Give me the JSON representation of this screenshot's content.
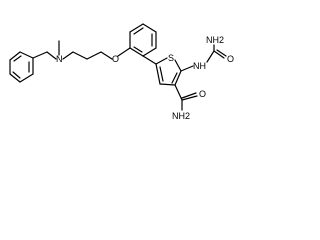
{
  "molecule": {
    "labels": {
      "amine_n": "N",
      "ether_o": "O",
      "thiophene_s": "S",
      "urea_nh2": "NH2",
      "urea_o": "O",
      "urea_nh": "NH",
      "amide_o": "O",
      "amide_nh2": "NH2"
    },
    "colors": {
      "bond": "#000000",
      "label": "#000000",
      "background": "#ffffff"
    }
  }
}
